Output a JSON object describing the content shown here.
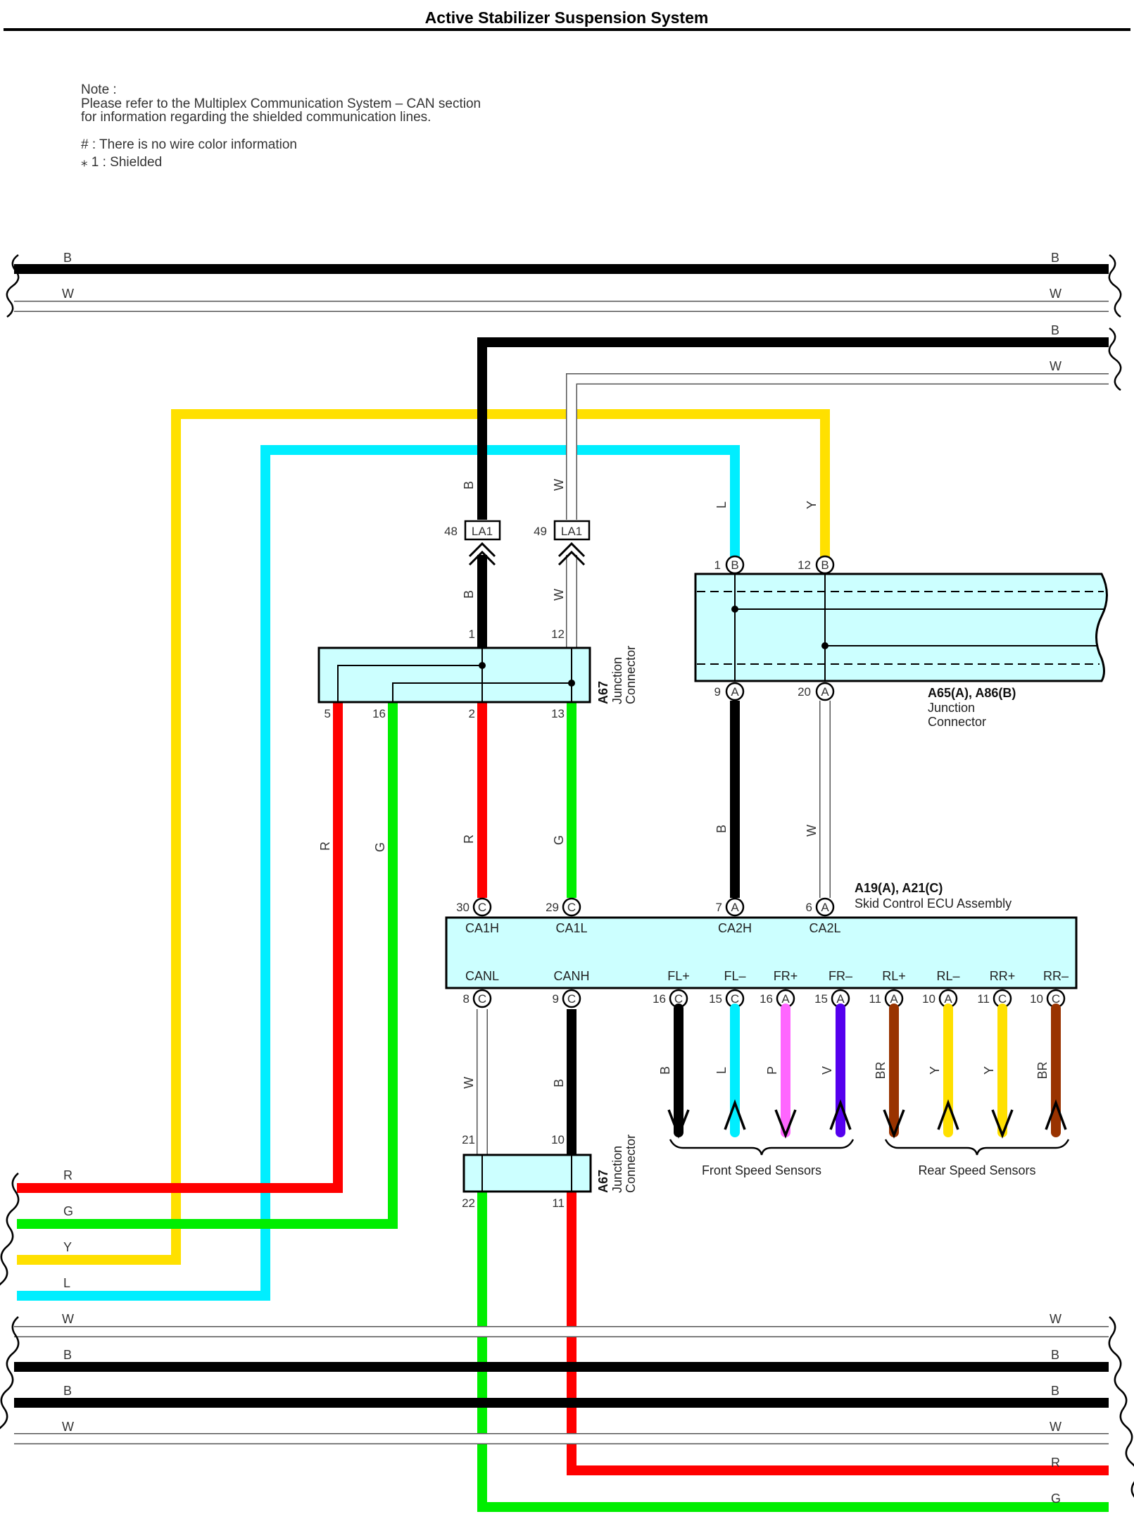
{
  "title": "Active Stabilizer Suspension System",
  "notes": {
    "heading": "Note :",
    "line1": "Please refer to the Multiplex Communication System – CAN section",
    "line2": "for information regarding the shielded communication lines.",
    "hash_note": "# : There is no wire color information",
    "shield_note": "⁎ 1 : Shielded"
  },
  "wire_colors": {
    "B": "#000000",
    "W": "#ffffff",
    "R": "#ff0000",
    "G": "#00ee00",
    "Y": "#ffe000",
    "L": "#00eeff",
    "P": "#ff66ff",
    "V": "#5500ee",
    "BR": "#993300"
  },
  "connector_fill": "#ccffff",
  "wire_labels": {
    "B": "B",
    "W": "W",
    "R": "R",
    "G": "G",
    "Y": "Y",
    "L": "L",
    "P": "P",
    "V": "V",
    "BR": "BR"
  },
  "connectors": {
    "la1": {
      "name": "LA1",
      "pin_b": "48",
      "pin_w": "49"
    },
    "a67_top": {
      "code": "A67",
      "name_line1": "Junction",
      "name_line2": "Connector",
      "pins": {
        "p1": "1",
        "p12": "12",
        "p5": "5",
        "p16": "16",
        "p2": "2",
        "p13": "13"
      }
    },
    "a65": {
      "code": "A65(A), A86(B)",
      "name_line1": "Junction",
      "name_line2": "Connector",
      "pins": {
        "p1": "1",
        "p12": "12",
        "p9": "9",
        "p20": "20"
      },
      "letters": {
        "b": "B",
        "a": "A"
      }
    },
    "ecu": {
      "code": "A19(A), A21(C)",
      "name": "Skid Control ECU Assembly",
      "top_pins": [
        {
          "num": "30",
          "letter": "C",
          "signal": "CA1H"
        },
        {
          "num": "29",
          "letter": "C",
          "signal": "CA1L"
        },
        {
          "num": "7",
          "letter": "A",
          "signal": "CA2H"
        },
        {
          "num": "6",
          "letter": "A",
          "signal": "CA2L"
        }
      ],
      "bottom_pins": [
        {
          "num": "8",
          "letter": "C",
          "signal": "CANL"
        },
        {
          "num": "9",
          "letter": "C",
          "signal": "CANH"
        },
        {
          "num": "16",
          "letter": "C",
          "signal": "FL+"
        },
        {
          "num": "15",
          "letter": "C",
          "signal": "FL–"
        },
        {
          "num": "16",
          "letter": "A",
          "signal": "FR+"
        },
        {
          "num": "15",
          "letter": "A",
          "signal": "FR–"
        },
        {
          "num": "11",
          "letter": "A",
          "signal": "RL+"
        },
        {
          "num": "10",
          "letter": "A",
          "signal": "RL–"
        },
        {
          "num": "11",
          "letter": "C",
          "signal": "RR+"
        },
        {
          "num": "10",
          "letter": "C",
          "signal": "RR–"
        }
      ]
    },
    "a67_bottom": {
      "code": "A67",
      "name_line1": "Junction",
      "name_line2": "Connector",
      "pins": {
        "p21": "21",
        "p10": "10",
        "p22": "22",
        "p11": "11"
      }
    }
  },
  "sensor_groups": {
    "front": "Front Speed Sensors",
    "rear": "Rear Speed Sensors"
  }
}
